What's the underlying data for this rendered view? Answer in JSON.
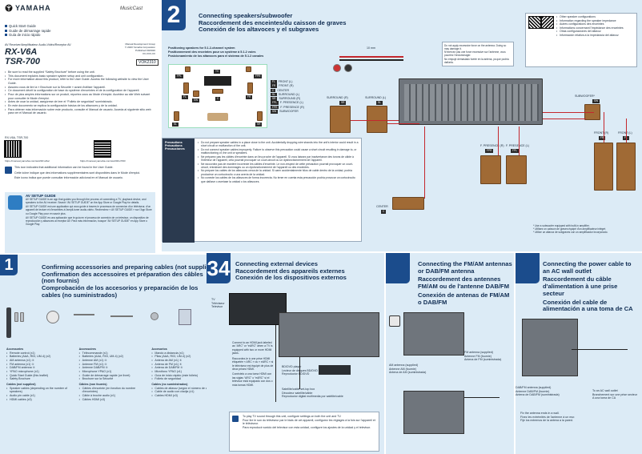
{
  "header": {
    "brand": "YAMAHA",
    "musiccast": "MusicCast",
    "guides": [
      "Quick Start Guide",
      "Guide de démarrage rapide",
      "Guía de inicio rápido"
    ],
    "model_desc": "AV Receiver/Amplificateur Audio-Vidéo/Receptor AV",
    "model1": "RX-V6A",
    "model2": "TSR-700",
    "pubinfo": [
      "Manual Development Group",
      "© 2020 Yamaha Corporation",
      "Published 00/2020",
      "XX-XXX-XX"
    ],
    "code": "VOK2310"
  },
  "intro_bullets": [
    "Be sure to read the supplied “Safety Brochure” before using the unit.",
    "This document explains basic speaker system setup and unit configuration.",
    "For more information about this product, refer to the User Guide. Access the following website to view the User Guide.",
    "Assurez-vous de lire la « Brochure sur la Sécurité » avant d'utiliser l'appareil.",
    "Ce document décrit la configuration de base du système d'enceintes et de la configuration de l'appareil.",
    "Pour de plus amples informations sur ce produit, reportez-vous au Mode d'emploi. Accédez au site Web suivant pour consulter le Mode d'emploi.",
    "Antes de usar la unidad, asegúrese de leer el “Folleto de seguridad” suministrado.",
    "En este documento se explica la configuración básica de los altavoces y de la unidad.",
    "Para obtener más información sobre este producto, consulte el Manual de usuario. Acceda al siguiente sitio web para ver el Manual de usuario."
  ],
  "qr": {
    "label1": "RX-V6A, TSR-700",
    "url1": "https://manual.yamaha.com/av/20/rxv6a/",
    "url2": "https://manual.yamaha.com/av/20/tsr700/"
  },
  "intro_paras": [
    "This icon indicates that additional information can be found in the User Guide.",
    "Cette icône indique que des informations supplémentaires sont disponibles dans le Mode d'emploi.",
    "Este icono indica que puede consultar información adicional en el Manual de usuario."
  ],
  "av_setup": {
    "title": "AV SETUP GUIDE",
    "paras": [
      "AV SETUP GUIDE is an app that guides you through the process of connecting a TV, playback device, and speakers to the AV receiver. Search “AV SETUP GUIDE” on the App Store or Google Play for details.",
      "AV SETUP GUIDE est une application qui vous guide à travers le processus de connexion d'un téléviseur, d'un appareil de lecture et d'enceintes à l'ampli-tuner audio-vidéo. Recherchez « AV SETUP GUIDE » sur l'App Store ou Google Play pour en savoir plus.",
      "AV SETUP GUIDE es una aplicación que le guía en el proceso de conexión de un televisor, un dispositivo de reproducción y altavoces al receptor AV. Para más información, busque “AV SETUP GUIDE” en App Store o Google Play."
    ]
  },
  "s1": {
    "num": "1",
    "titles": [
      "Confirming accessories and preparing cables (not supplied)",
      "Confirmation des accessoires et préparation des câbles (non fournis)",
      "Comprobación de los accesorios y preparación de los cables (no suministrados)"
    ],
    "cols": [
      {
        "head": "Accessories",
        "items": [
          "Remote control (x1)",
          "Batteries (AAA, R03, UM-4) (x2)",
          "AM antenna (x1) ④",
          "FM antenna (x1) ④",
          "DAB/FM antenna ④",
          "YPAO microphone (x1)",
          "Quick Start Guide (this leaflet)",
          "Safety Brochure"
        ],
        "sub": "Cables (not supplied)",
        "subitems": [
          "Speaker cables (depending on the number of speakers)",
          "Audio pin cable (x1)",
          "HDMI cables (x3)"
        ]
      },
      {
        "head": "Accessoires",
        "items": [
          "Télécommande (x1)",
          "Batteries (AAA, R03, UM-4) (x2)",
          "Antenne AM (x1) ④",
          "Antenne FM (x1) ④",
          "Antenne DAB/FM ④",
          "Microphone YPAO (x1)",
          "Guide de démarrage rapide (ce livret)",
          "Brochure sur la Sécurité"
        ],
        "sub": "Câbles (non fournis)",
        "subitems": [
          "Câbles d'enceinte (en fonction du nombre d'enceintes)",
          "Câble à broche audio (x1)",
          "Câbles HDMI (x3)"
        ]
      },
      {
        "head": "Accesorios",
        "items": [
          "Mando a distancia (x1)",
          "Pilas (AAA, R03, UM-4) (x2)",
          "Antena de AM (x1) ④",
          "Antena de FM (x1) ④",
          "Antena de DAB/FM ④",
          "Micrófono YPAO (x1)",
          "Guía de inicio rápido (este folleto)",
          "Folleto de seguridad"
        ],
        "sub": "Cables (no suministrados)",
        "subitems": [
          "Cables de altavoz (según el número de altavoces)",
          "Cable de audio con clavija (x1)",
          "Cables HDMI (x3)"
        ]
      }
    ]
  },
  "s2": {
    "num": "2",
    "titles": [
      "Connecting speakers/subwoofer",
      "Raccordement des enceintes/du caisson de graves",
      "Conexión de los altavoces y el subgraves"
    ],
    "pos_titles": [
      "Positioning speakers for 5.1.2-channel system",
      "Positionnement des enceintes pour un système à 5.1.2 voies",
      "Posicionamiento de los altavoces para el sistema de 5.1.2 canales"
    ],
    "legend": [
      [
        "FL",
        "FRONT (L)"
      ],
      [
        "FR",
        "FRONT (R)"
      ],
      [
        "C",
        "CENTER"
      ],
      [
        "SL",
        "SURROUND (L)"
      ],
      [
        "SR",
        "SURROUND (R)"
      ],
      [
        "FPL",
        "F. PRESENCE (L)"
      ],
      [
        "FPR",
        "F. PRESENCE (R)"
      ],
      [
        "SW",
        "SUBWOOFER"
      ]
    ],
    "note_wire": "10 mm",
    "note_box": [
      "Do not apply excessive force on the antenna. Doing so may damage it.",
      "N'exercez pas une force excessive sur l'antenne, vous pourriez l'endommager.",
      "No empuje demasiado fuerte en la antena, ya que podría dañarla."
    ],
    "other_config": [
      "Other speaker configurations",
      "Information regarding the speaker impedance",
      "Autres configurations des enceintes",
      "Informations concernant l'impédance des enceintes",
      "Otras configuraciones del altavoz",
      "Información relativa a la impedancia del altavoz"
    ],
    "precautions_head": [
      "Precautions",
      "Précautions",
      "Precauciones"
    ],
    "precautions": [
      "Do not prepare speaker cables in a place close to the unit. Accidentally dropping wire strands into the unit's interior could result in a short circuit or malfunction of the unit.",
      "Do not connect speaker cables improperly. Failure to observe this precaution could cause a short circuit resulting in damage to, or malfunctioning of, the unit or speakers.",
      "Ne préparez pas les câbles d'enceinte dans un lieu proche de l'appareil. Si vous laissez par inadvertance des torons de câble à l'intérieur de l'appareil, cela pourrait provoquer un court-circuit ou un dysfonctionnement de l'appareil.",
      "Ne raccordez pas de manière incorrecte les câbles d'enceinte. Le non-respect de cette précaution pourrait provoquer un court-circuit, entraînant des dommages ou un dysfonctionnement de l'appareil ou des enceintes.",
      "No prepare los cables de los altavoces cerca de la unidad. Si caen accidentalmente hilos de cable dentro de la unidad, podría producirse un cortocircuito o una avería de la unidad.",
      "No conecte los cables de los altavoces de forma incorrecta. No tener en cuenta esta precaución podría provocar un cortocircuito que dañase o averiase la unidad o los altavoces."
    ],
    "room_labels": {
      "tv": "TV",
      "sw": "SW",
      "fpl": "FPL",
      "fpr": "FPR",
      "fl": "FL",
      "fr": "FR",
      "c": "C",
      "sl": "SL",
      "sr": "SR"
    },
    "labels": {
      "subwoofer": "SUBWOOFER*",
      "sw": "SW",
      "surround_r": "SURROUND (R)",
      "surround_l": "SURROUND (L)",
      "sr": "SR",
      "sl": "SL",
      "front_r": "FRONT (R)",
      "front_l": "FRONT (L)",
      "fr": "FR",
      "fl": "FL",
      "fpr_full": "F. PRESENCE (R)",
      "fpl_full": "F. PRESENCE (L)",
      "fpr": "FPR",
      "fpl": "FPL",
      "center": "CENTER",
      "c": "C"
    },
    "footnotes": [
      "* Use a subwoofer equipped with built-in amplifier.",
      "* Utilisez un caisson de graves équipé d'un amplificateur intégré.",
      "* Utilice un altavoz de subgraves con un amplificador incorporado."
    ]
  },
  "s34": {
    "num": "34",
    "titles": [
      "Connecting external devices",
      "Raccordement des appareils externes",
      "Conexión de los dispositivos externos"
    ],
    "tv": [
      "TV",
      "Téléviseur",
      "Televisor"
    ],
    "hdmi_note": [
      "Connect to an HDMI jack labeled as “ARC” or “eARC” when a TV is equipped with two or more HDMI jacks.",
      "Raccordez-le à une prise HDMI étiquetée « ARC » ou « eARC » si le téléviseur est équipé de plus de deux prises HDMI.",
      "Conéctelo a una toma HDMI con las siglas “ARC” o “eARC” si el televisor está equipado con dos o más tomas HDMI."
    ],
    "bd": [
      "BD/DVD player",
      "Lecteur de disques BD/DVD",
      "Reproductor BD/DVD"
    ],
    "stb": [
      "Satellite/cable set-top box",
      "Décodeur satellite/câble",
      "Reproductor digital multimedia por satélite/cable"
    ],
    "tip": [
      "To play TV sound through this unit, configure settings on both the unit and TV.",
      "Pour lire le son du téléviseur par le biais de cet appareil, configurez les réglages à la fois sur l'appareil et le téléviseur.",
      "Para reproducir sonido del televisor con esta unidad, configure los ajustes de la unidad y el televisor."
    ]
  },
  "s5": {
    "titles": [
      "Connecting the FM/AM antennas or DAB/FM antenna",
      "Raccordement des antennes FM/AM ou de l'antenne DAB/FM",
      "Conexión de antenas de FM/AM o DAB/FM"
    ],
    "fm": [
      "FM antenna (supplied)",
      "Antenne FM (fournie)",
      "Antena de FM (suministrada)"
    ],
    "am": [
      "AM antenna (supplied)",
      "Antenne AM (fournie)",
      "Antena de AM (suministrada)"
    ],
    "dab": [
      "DAB/FM antenna (supplied)",
      "Antenne DAB/FM (fournie)",
      "Antena de DAB/FM (suministrada)"
    ],
    "fix": [
      "Fix the antenna ends in a wall.",
      "Fixez les extrémités de l'antenne à un mur.",
      "Fije los extremos de la antena a la pared."
    ]
  },
  "s6": {
    "titles": [
      "Connecting the power cable to an AC wall outlet",
      "Raccordement du câble d'alimentation à une prise secteur",
      "Conexión del cable de alimentación a una toma de CA"
    ],
    "outlet": [
      "To an AC wall outlet",
      "Branchement sur une prise secteur",
      "A una toma de CA"
    ]
  }
}
